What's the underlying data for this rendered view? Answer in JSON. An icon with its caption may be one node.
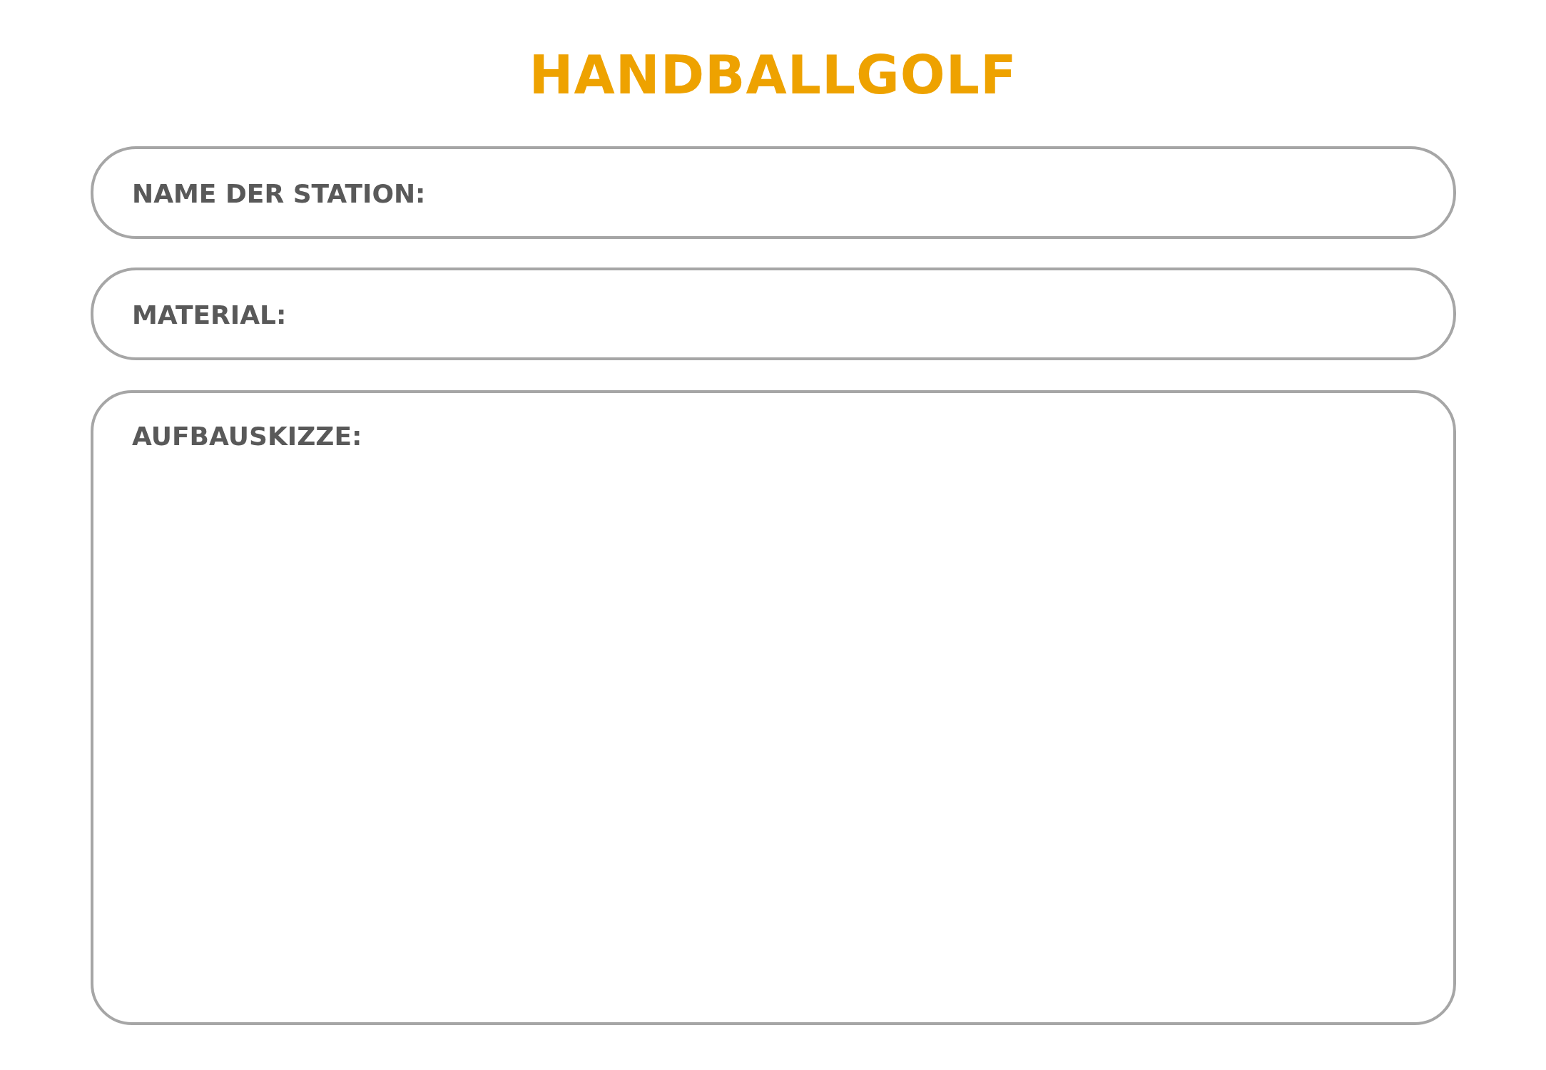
{
  "diagram": {
    "title": "HANDBALLGOLF",
    "nodes": [
      {
        "text": [
          "NAME DER STATION:"
        ]
      },
      {
        "text": [
          "MATERIAL:"
        ]
      },
      {
        "text": [
          "AUFBAUSKIZZE:"
        ]
      }
    ]
  }
}
